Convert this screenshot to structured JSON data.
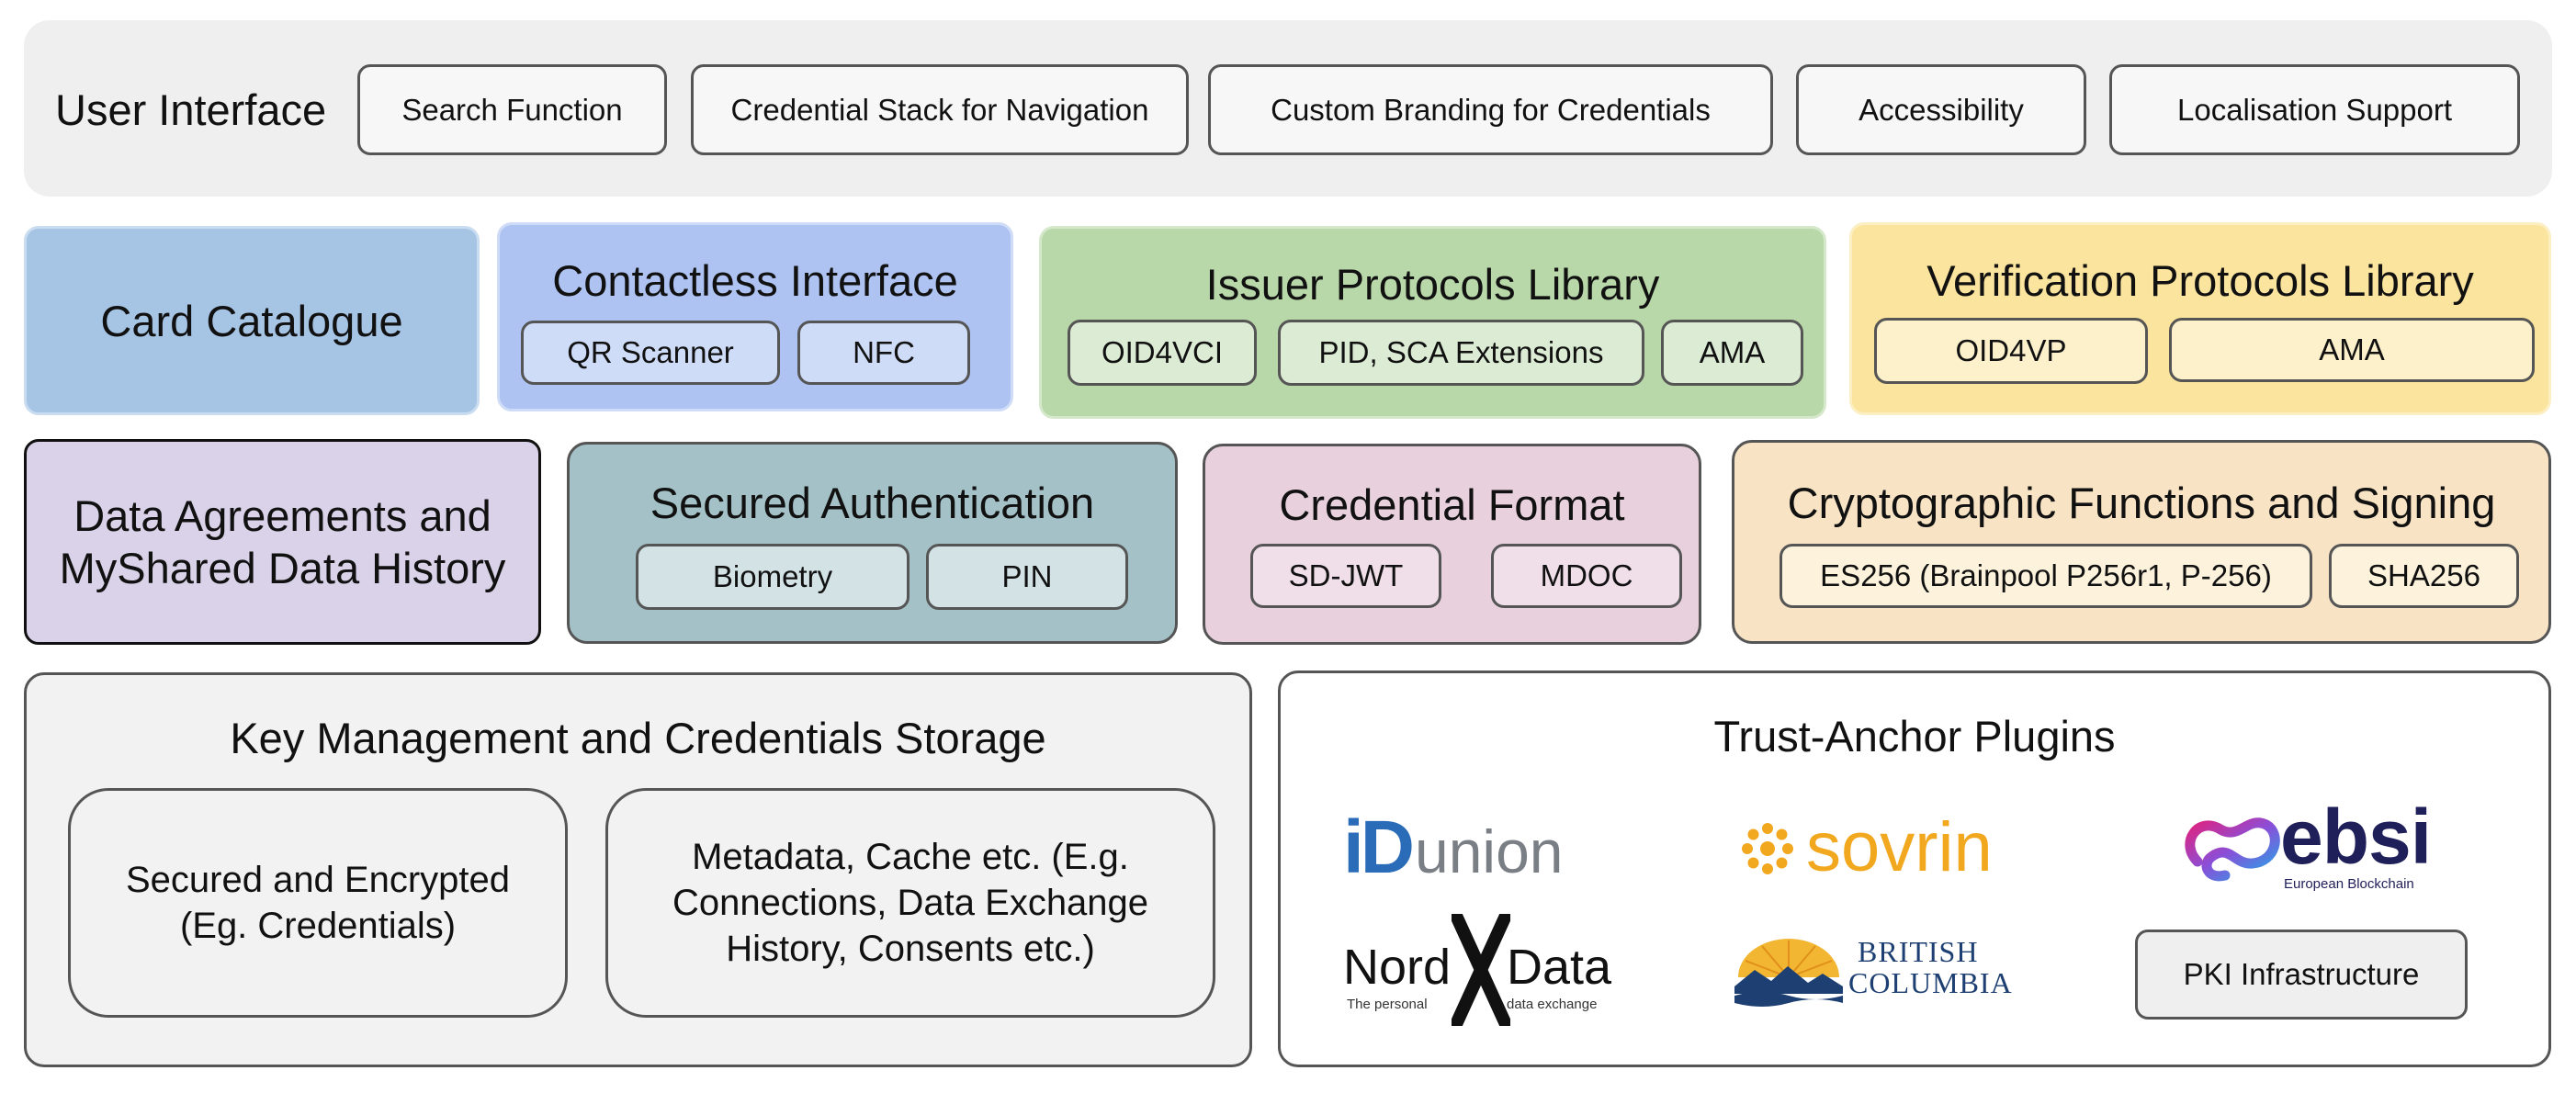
{
  "user_interface": {
    "title": "User Interface",
    "items": [
      "Search Function",
      "Credential Stack for Navigation",
      "Custom Branding for Credentials",
      "Accessibility",
      "Localisation Support"
    ]
  },
  "card_catalogue": {
    "title": "Card Catalogue"
  },
  "contactless": {
    "title": "Contactless Interface",
    "items": [
      "QR Scanner",
      "NFC"
    ]
  },
  "issuer": {
    "title": "Issuer Protocols Library",
    "items": [
      "OID4VCI",
      "PID, SCA Extensions",
      "AMA"
    ]
  },
  "verification": {
    "title": "Verification Protocols Library",
    "items": [
      "OID4VP",
      "AMA"
    ]
  },
  "data_agreements": {
    "title_line1": "Data Agreements and",
    "title_line2": "MyShared Data History"
  },
  "secured_auth": {
    "title": "Secured Authentication",
    "items": [
      "Biometry",
      "PIN"
    ]
  },
  "credential_format": {
    "title": "Credential Format",
    "items": [
      "SD-JWT",
      "MDOC"
    ]
  },
  "crypto": {
    "title": "Cryptographic Functions and Signing",
    "items": [
      "ES256 (Brainpool P256r1, P-256)",
      "SHA256"
    ]
  },
  "key_mgmt": {
    "title": "Key Management and Credentials Storage",
    "box1_line1": "Secured and Encrypted",
    "box1_line2": "(Eg. Credentials)",
    "box2_line1": "Metadata, Cache etc. (E.g.",
    "box2_line2": "Connections, Data Exchange",
    "box2_line3": "History, Consents etc.)"
  },
  "trust_anchor": {
    "title": "Trust-Anchor Plugins",
    "idunion": {
      "id": "iD",
      "word": "union"
    },
    "sovrin": {
      "word": "sovrin"
    },
    "ebsi": {
      "word": "ebsi",
      "tagline": "European Blockchain"
    },
    "nord": {
      "left": "Nord",
      "right": "Data",
      "tag_left": "The personal",
      "tag_right": "data exchange"
    },
    "bc": {
      "line1": "BRITISH",
      "line2": "COLUMBIA"
    },
    "pki": "PKI Infrastructure"
  },
  "colors": {
    "ui_bg": "#efefef",
    "card_catalogue": "#a6c4e4",
    "contactless": "#aec3f2",
    "issuer": "#b9d8aa",
    "verification": "#fbe49d",
    "data_agreements": "#d9d2e8",
    "secured_auth": "#a3c1c6",
    "credential_format": "#e8d1dd",
    "crypto": "#f8e4c4",
    "key_mgmt": "#f2f2f2",
    "idunion_blue": "#2b6cb8",
    "sovrin_orange": "#f2a81e",
    "ebsi_navy": "#1f1f5a"
  }
}
